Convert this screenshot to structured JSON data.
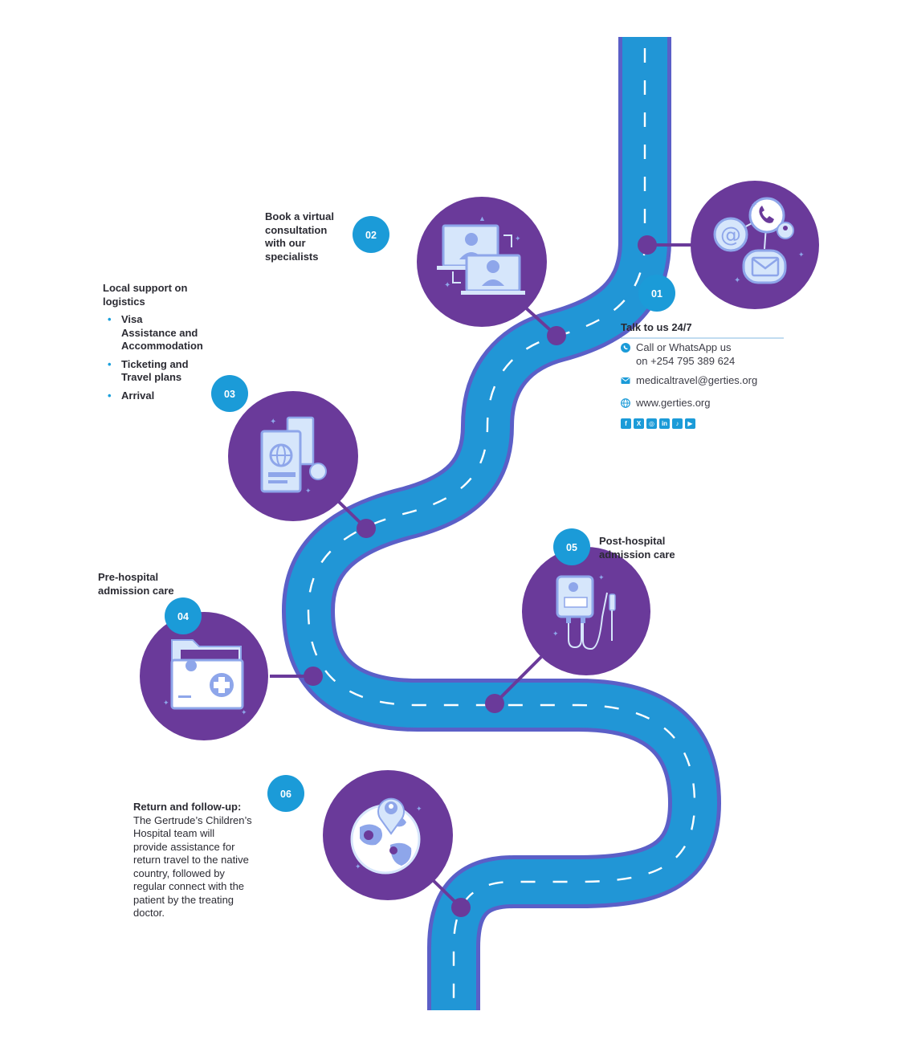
{
  "steps": [
    {
      "number": "01",
      "title": "Talk to us 24/7"
    },
    {
      "number": "02",
      "title": "Book a virtual consultation with our specialists"
    },
    {
      "number": "03",
      "title": "Local support on logistics"
    },
    {
      "number": "04",
      "title": "Pre-hospital admission care"
    },
    {
      "number": "05",
      "title": "Post-hospital admission care"
    },
    {
      "number": "06",
      "title": "Return and follow-up:"
    }
  ],
  "step2": {
    "lines": [
      "Book a virtual",
      "consultation",
      "with our",
      "specialists"
    ]
  },
  "step3": {
    "heading_lines": [
      "Local support on",
      "logistics"
    ],
    "items": [
      {
        "lines": [
          "Visa",
          "Assistance and",
          "Accommodation"
        ]
      },
      {
        "lines": [
          "Ticketing and",
          "Travel plans"
        ]
      },
      {
        "lines": [
          "Arrival"
        ]
      }
    ]
  },
  "step4": {
    "lines": [
      "Pre-hospital",
      "admission care"
    ]
  },
  "step5": {
    "lines": [
      "Post-hospital",
      "admission care"
    ]
  },
  "step6": {
    "heading": "Return and follow-up:",
    "body_lines": [
      "The Gertrude’s Children’s",
      "Hospital team will",
      "provide assistance for",
      "return travel to the native",
      "country, followed by",
      "regular connect with the",
      "patient by the treating",
      "doctor."
    ]
  },
  "contact": {
    "heading": "Talk to us 24/7",
    "phone_lines": [
      "Call or WhatsApp us",
      "on +254 795 389 624"
    ],
    "email": "medicaltravel@gerties.org",
    "website": "www.gerties.org",
    "social_icons": [
      "facebook-icon",
      "x-icon",
      "instagram-icon",
      "linkedin-icon",
      "tiktok-icon",
      "youtube-icon"
    ]
  },
  "colors": {
    "road": "#2196d6",
    "road_edge": "#5b5fc7",
    "purple": "#6a3a9a",
    "badge": "#1b9bd8",
    "icon_light": "#d6e6fb",
    "icon_mid": "#8ea6ea"
  }
}
